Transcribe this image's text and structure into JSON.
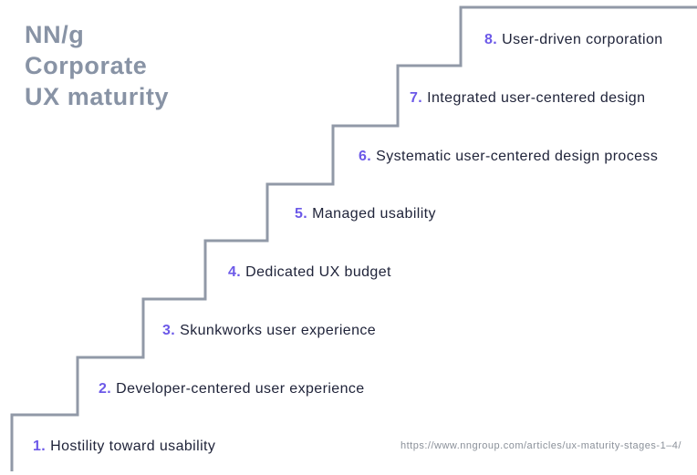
{
  "title": {
    "lines": [
      "NN/g",
      "Corporate",
      "UX maturity"
    ]
  },
  "steps": [
    {
      "number": "1.",
      "label": "Hostility toward usability"
    },
    {
      "number": "2.",
      "label": "Developer-centered user experience"
    },
    {
      "number": "3.",
      "label": "Skunkworks user experience"
    },
    {
      "number": "4.",
      "label": "Dedicated UX budget"
    },
    {
      "number": "5.",
      "label": "Managed usability"
    },
    {
      "number": "6.",
      "label": "Systematic user-centered design process"
    },
    {
      "number": "7.",
      "label": "Integrated user-centered design"
    },
    {
      "number": "8.",
      "label": "User-driven corporation"
    }
  ],
  "source_url": "https://www.nngroup.com/articles/ux-maturity-stages-1–4/",
  "colors": {
    "accent_purple": "#6c59e8",
    "line_gray": "#9199a7",
    "text_dark": "#20243a",
    "title_gray": "#8893a5",
    "url_gray": "#8a9099",
    "background": "#ffffff"
  }
}
